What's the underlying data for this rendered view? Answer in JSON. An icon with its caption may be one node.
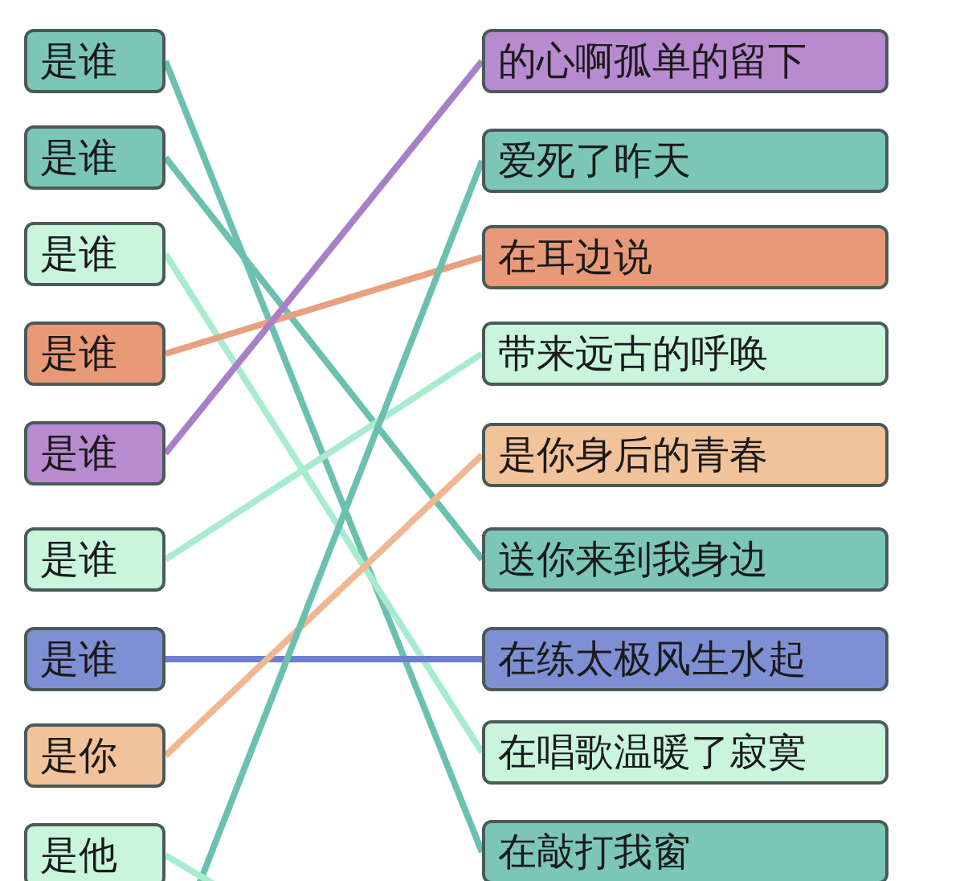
{
  "diagram": {
    "nodes": [
      {
        "text": [
          "是谁"
        ]
      },
      {
        "text": [
          "是谁"
        ]
      },
      {
        "text": [
          "是谁"
        ]
      },
      {
        "text": [
          "是谁"
        ]
      },
      {
        "text": [
          "是谁"
        ]
      },
      {
        "text": [
          "是谁"
        ]
      },
      {
        "text": [
          "是谁"
        ]
      },
      {
        "text": [
          "是你"
        ]
      },
      {
        "text": [
          "是他"
        ]
      },
      {
        "text": [
          "的心啊孤单的留下"
        ]
      },
      {
        "text": [
          "爱死了昨天"
        ]
      },
      {
        "text": [
          "在耳边说"
        ]
      },
      {
        "text": [
          "带来远古的呼唤"
        ]
      },
      {
        "text": [
          "是你身后的青春"
        ]
      },
      {
        "text": [
          "送你来到我身边"
        ]
      },
      {
        "text": [
          "在练太极风生水起"
        ]
      },
      {
        "text": [
          "在唱歌温暖了寂寞"
        ]
      },
      {
        "text": [
          "在敲打我窗"
        ]
      }
    ],
    "edges": [
      {
        "from": 0,
        "to": 17,
        "arrow": "none"
      },
      {
        "from": 1,
        "to": 14,
        "arrow": "none"
      },
      {
        "from": 2,
        "to": 16,
        "arrow": "none",
        "color": "#a8ecd0"
      },
      {
        "from": 3,
        "to": 11,
        "arrow": "none",
        "color": "#e8a080"
      },
      {
        "from": 4,
        "to": 9,
        "arrow": "none",
        "color": "#a880c8"
      },
      {
        "from": 5,
        "to": 12,
        "arrow": "none",
        "color": "#a8ecd0"
      },
      {
        "from": 6,
        "to": 15,
        "arrow": "none",
        "color": "#6f7fd0"
      },
      {
        "from": 7,
        "to": 13,
        "arrow": "none",
        "color": "#f0b890"
      },
      {
        "from": null,
        "to": 10,
        "arrow": "none"
      },
      {
        "from": 8,
        "to": null,
        "arrow": "none",
        "color": "#a8ecd0"
      }
    ]
  }
}
